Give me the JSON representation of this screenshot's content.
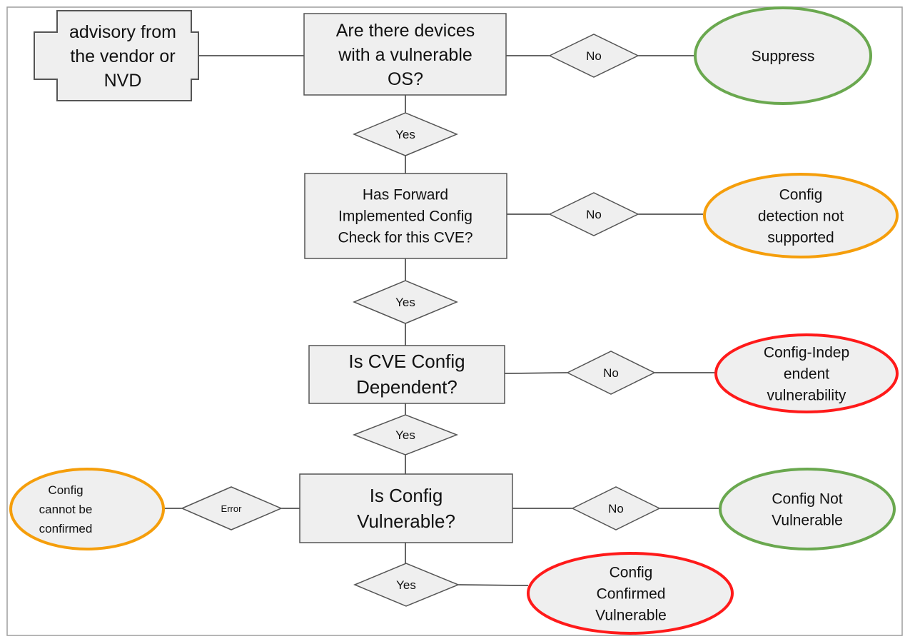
{
  "colors": {
    "node_fill": "#efefef",
    "node_stroke": "#555555",
    "edge": "#333333",
    "frame": "#9e9e9e",
    "good": "#6aa84f",
    "warn": "#f59e0b",
    "bad": "#ff1a1a"
  },
  "start": {
    "lines": [
      "advisory from",
      "the vendor or",
      "NVD"
    ]
  },
  "decisions": {
    "q1": {
      "lines": [
        "Are there devices",
        "with a vulnerable",
        "OS?"
      ]
    },
    "q2": {
      "lines": [
        "Has Forward",
        "Implemented Config",
        "Check for this CVE?"
      ]
    },
    "q3": {
      "lines": [
        "Is CVE Config",
        "Dependent?"
      ]
    },
    "q4": {
      "lines": [
        "Is Config",
        "Vulnerable?"
      ]
    }
  },
  "connectors": {
    "d1_no": "No",
    "d1_yes": "Yes",
    "d2_no": "No",
    "d2_yes": "Yes",
    "d3_no": "No",
    "d3_yes": "Yes",
    "d4_no": "No",
    "d4_yes": "Yes",
    "d4_error": "Error"
  },
  "outcomes": {
    "o1": {
      "lines": [
        "Suppress"
      ],
      "status": "good"
    },
    "o2": {
      "lines": [
        "Config",
        "detection not",
        "supported"
      ],
      "status": "warn"
    },
    "o3": {
      "lines": [
        "Config-Indep",
        "endent",
        "vulnerability"
      ],
      "status": "bad"
    },
    "o4": {
      "lines": [
        "Config Not",
        "Vulnerable"
      ],
      "status": "good"
    },
    "o5": {
      "lines": [
        "Config",
        "Confirmed",
        "Vulnerable"
      ],
      "status": "bad"
    },
    "o6": {
      "lines": [
        "Config",
        "cannot be",
        "confirmed"
      ],
      "status": "warn"
    }
  }
}
